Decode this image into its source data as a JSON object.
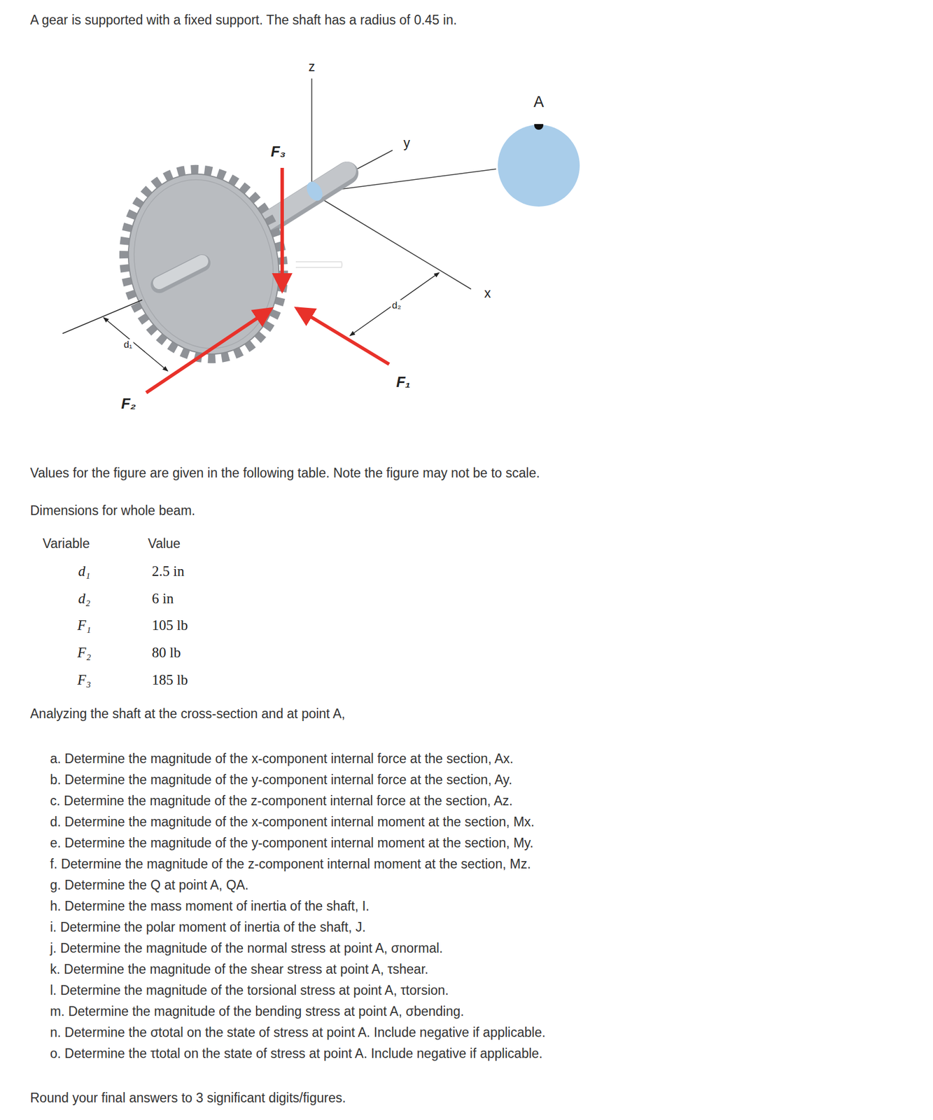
{
  "diagram": {
    "nodes": [
      {
        "text": [
          "A"
        ]
      }
    ],
    "labels": [
      "A gear is supported with a fixed support. The shaft has a radius of 0.45 in.",
      "z",
      "F₃",
      "y",
      "x",
      "d₂",
      "d₁",
      "F₁",
      "F₂",
      "Values for the figure are given in the following table. Note the figure may not be to scale.",
      "Dimensions for whole beam.",
      "Variable",
      "Value",
      "d₁",
      "2.5 in",
      "d₂",
      "6 in",
      "F₁",
      "105 lb",
      "F₂",
      "80 lb",
      "F₃",
      "185 lb",
      "Analyzing the shaft at the cross-section and at point A,",
      "a. Determine the magnitude of the x-component internal force at the section, Ax.",
      "b. Determine the magnitude of the y-component internal force at the section, Ay.",
      "c. Determine the magnitude of the z-component internal force at the section, Az.",
      "d. Determine the magnitude of the x-component internal moment at the section, Mx.",
      "e. Determine the magnitude of the y-component internal moment at the section, My.",
      "f. Determine the magnitude of the z-component internal moment at the section, Mz.",
      "g. Determine the Q at point A, QA.",
      "h. Determine the mass moment of inertia of the shaft, I.",
      "i. Determine the polar moment of inertia of the shaft, J.",
      "j. Determine the magnitude of the normal stress at point A, σnormal.",
      "k. Determine the magnitude of the shear stress at point A, τshear.",
      "l. Determine the magnitude of the torsional stress at point A, τtorsion.",
      "m. Determine the magnitude of the bending stress at point A, σbending.",
      "n. Determine the σtotal on the state of stress at point A. Include negative if applicable.",
      "o. Determine the τtotal on the state of stress at point A. Include negative if applicable.",
      "Round your final answers to 3 significant digits/figures."
    ]
  }
}
